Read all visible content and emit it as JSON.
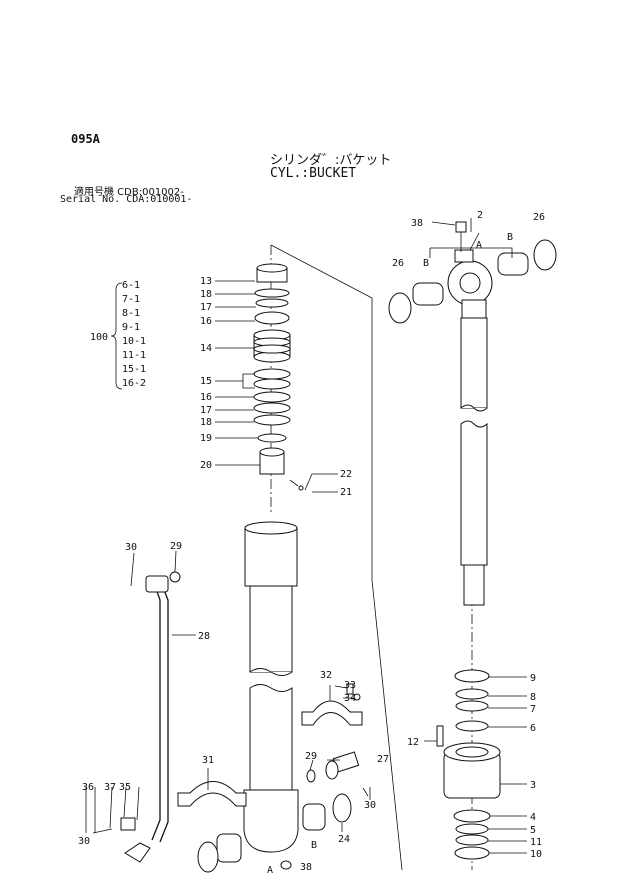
{
  "header": {
    "page_code": "095A",
    "title_jp": "シリンダ゛:バケット",
    "title_en": "CYL.:BUCKET",
    "serial_line1": "適用号機  CDB:001002-",
    "serial_line2": "Serial No. CDA:010001-"
  },
  "kit": {
    "number": "100",
    "items": [
      "6-1",
      "7-1",
      "8-1",
      "9-1",
      "10-1",
      "11-1",
      "15-1",
      "16-2"
    ]
  },
  "callouts": {
    "p2": "2",
    "p3": "3",
    "p4": "4",
    "p5": "5",
    "p6": "6",
    "p7": "7",
    "p8": "8",
    "p9": "9",
    "p10": "10",
    "p11": "11",
    "p12": "12",
    "p13": "13",
    "p14": "14",
    "p15": "15",
    "p16a": "16",
    "p16b": "16",
    "p17a": "17",
    "p17b": "17",
    "p18a": "18",
    "p18b": "18",
    "p19": "19",
    "p20": "20",
    "p21": "21",
    "p22": "22",
    "p24": "24",
    "p26a": "26",
    "p26b": "26",
    "p27": "27",
    "p28": "28",
    "p29a": "29",
    "p29b": "29",
    "p30a": "30",
    "p30b": "30",
    "p31": "31",
    "p32": "32",
    "p33": "33",
    "p34": "34",
    "p35": "35",
    "p36": "36",
    "p37": "37",
    "p38a": "38",
    "p38b": "38",
    "A1": "A",
    "A2": "A",
    "B1": "B",
    "B2": "B",
    "B3": "B"
  }
}
